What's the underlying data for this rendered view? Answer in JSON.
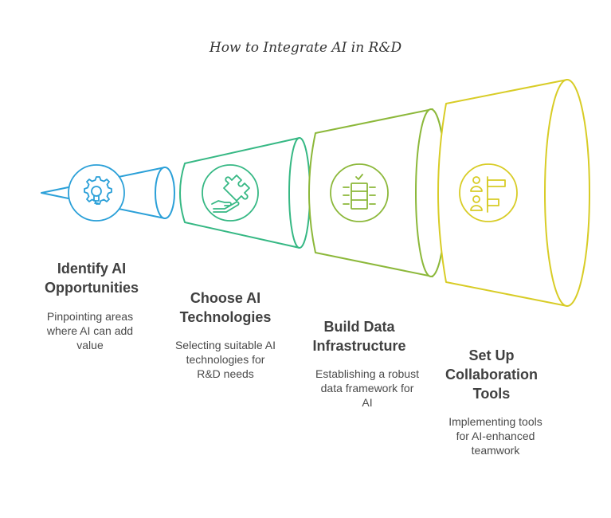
{
  "title": "How to Integrate AI in R&D",
  "steps": [
    {
      "heading_line1": "Identify AI",
      "heading_line2": "Opportunities",
      "desc_line1": "Pinpointing areas",
      "desc_line2": "where AI can add",
      "desc_line3": "value",
      "color": "#2ba0d8",
      "icon": "lightbulb-gear-icon"
    },
    {
      "heading_line1": "Choose AI",
      "heading_line2": "Technologies",
      "desc_line1": "Selecting suitable AI",
      "desc_line2": "technologies for",
      "desc_line3": "R&D needs",
      "color": "#36b884",
      "icon": "puzzle-hand-icon"
    },
    {
      "heading_line1": "Build Data",
      "heading_line2": "Infrastructure",
      "desc_line1": "Establishing a robust",
      "desc_line2": "data framework for",
      "desc_line3": "AI",
      "color": "#8cb83a",
      "icon": "server-check-icon"
    },
    {
      "heading_line1": "Set Up",
      "heading_line2": "Collaboration",
      "heading_line3": "Tools",
      "desc_line1": "Implementing tools",
      "desc_line2": "for AI-enhanced",
      "desc_line3": "teamwork",
      "color": "#d8cc26",
      "icon": "team-board-icon"
    }
  ]
}
